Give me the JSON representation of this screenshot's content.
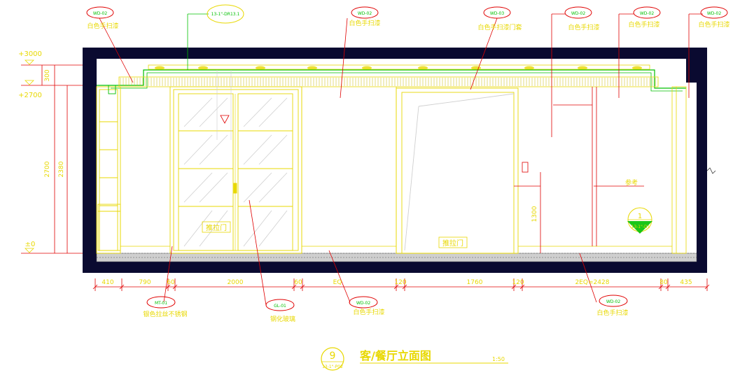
{
  "title": {
    "main": "客/餐厅立面图",
    "scale": "1:50",
    "number": "9",
    "sheet": "13-1\"-P02"
  },
  "tags": [
    {
      "code": "WD-02",
      "text": "白色手扫漆"
    },
    {
      "code": "WD-02",
      "text": "白色手扫漆"
    },
    {
      "code": "WD-03",
      "text": "白色手扫漆门套"
    },
    {
      "code": "WD-02",
      "text": "白色手扫漆"
    },
    {
      "code": "WD-02",
      "text": "白色手扫漆"
    },
    {
      "code": "WD-02",
      "text": "白色手扫漆"
    }
  ],
  "bottom_tags": [
    {
      "code": "MT-01",
      "text": "银色拉丝不锈钢"
    },
    {
      "code": "GL-01",
      "text": "钢化玻璃"
    },
    {
      "code": "WD-02",
      "text": "白色手扫漆"
    },
    {
      "code": "WD-02",
      "text": "白色手扫漆"
    }
  ],
  "detail_ref_top": "13-1\"-DR13.1",
  "detail_ref_right": {
    "num": "1",
    "sheet": "13-1\"-D1"
  },
  "note_right": "参考",
  "door_labels": {
    "sliding": "推拉门",
    "entry": "推拉门"
  },
  "levels": [
    "+3000",
    "+2700",
    "±0"
  ],
  "vertical_dims": [
    "300",
    "2700",
    "2380"
  ],
  "height_dim": "1300",
  "horizontal_dims": [
    "410",
    "790",
    "60",
    "2000",
    "60",
    "EQ",
    "120",
    "1760",
    "120",
    "2EQ=2428",
    "80",
    "435"
  ]
}
